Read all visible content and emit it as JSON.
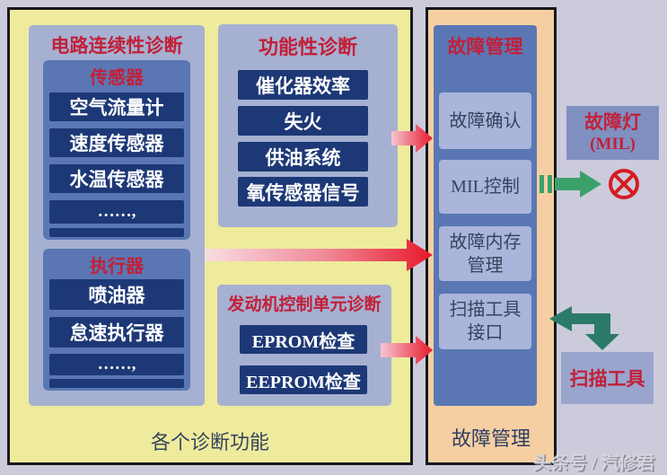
{
  "left_panel": {
    "label": "各个诊断功能",
    "circuit": {
      "title": "电路连续性诊断",
      "groups": [
        {
          "title": "传感器",
          "items": [
            "空气流量计",
            "速度传感器",
            "水温传感器",
            "……,"
          ]
        },
        {
          "title": "执行器",
          "items": [
            "喷油器",
            "怠速执行器",
            "……,"
          ]
        }
      ]
    },
    "functional": {
      "title": "功能性诊断",
      "items": [
        "催化器效率",
        "失火",
        "供油系统",
        "氧传感器信号"
      ]
    },
    "ecu": {
      "title": "发动机控制单元诊断",
      "items": [
        "EPROM检查",
        "EEPROM检查"
      ]
    }
  },
  "fault_panel": {
    "title": "故障管理",
    "items": [
      "故障确认",
      "MIL控制",
      "故障内存管理",
      "扫描工具接口"
    ],
    "label": "故障管理"
  },
  "right_area": {
    "mil_lamp": {
      "line1": "故障灯",
      "line2": "(MIL)"
    },
    "scan_tool": "扫描工具"
  },
  "watermark": {
    "text": "头条号 / 汽修君"
  },
  "icons": {
    "mil_lamp_icon": "circled-x-lamp",
    "flow_arrow": "red-gradient-right-arrow",
    "mil_arrow": "green-right-arrow-with-bars",
    "scan_arrow": "teal-left-down-elbow-arrow"
  },
  "colors": {
    "background": "#cbcbdc",
    "yellow_panel": "#eeeb9d",
    "orange_panel": "#f5cfa2",
    "box_light_blue": "#a6b0d1",
    "box_medium_blue": "#5a77b4",
    "bar_navy": "#1d3876",
    "item_light_blue": "#a9b5da",
    "red_label": "#c22039",
    "arrow_red": "#e7182b",
    "arrow_green": "#3aa16a",
    "arrow_teal": "#2c7b68",
    "lamp_red": "#d61c20"
  }
}
